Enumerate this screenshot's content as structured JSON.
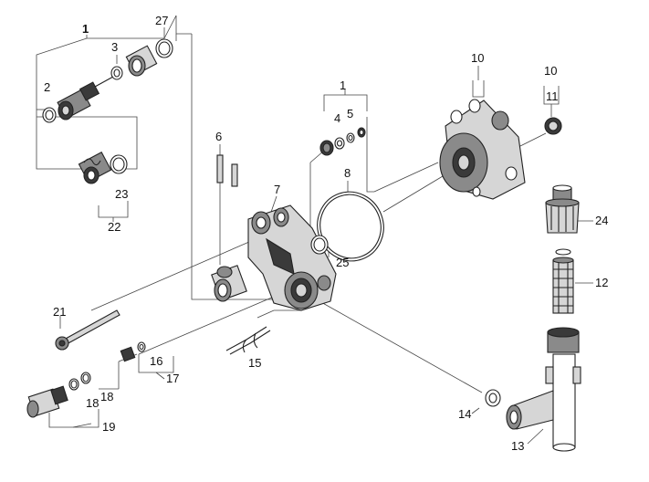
{
  "callouts": {
    "c1a": "1",
    "c27": "27",
    "c3": "3",
    "c2": "2",
    "c23": "23",
    "c22": "22",
    "c6": "6",
    "c7": "7",
    "c1b": "1",
    "c4": "4",
    "c5": "5",
    "c8": "8",
    "c25": "25",
    "c10a": "10",
    "c10b": "10",
    "c11": "11",
    "c24": "24",
    "c12": "12",
    "c21": "21",
    "c16": "16",
    "c17": "17",
    "c15": "15",
    "c18a": "18",
    "c18b": "18",
    "c19": "19",
    "c14": "14",
    "c13": "13"
  }
}
